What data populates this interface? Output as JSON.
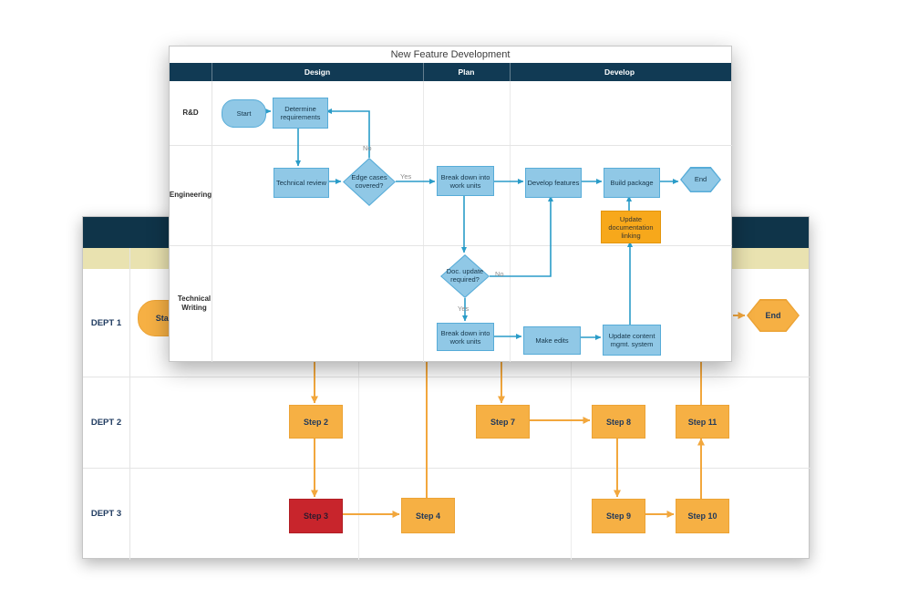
{
  "fg": {
    "title": "New Feature Development",
    "columns": [
      "Design",
      "Plan",
      "Develop"
    ],
    "lanes": [
      "R&D",
      "Engineering",
      "Technical Writing"
    ],
    "nodes": {
      "start": "Start",
      "determine": "Determine requirements",
      "technical_review": "Technical review",
      "edge_cases": "Edge cases covered?",
      "breakdown_eng": "Break down into work units",
      "develop_features": "Develop features",
      "build_package": "Build package",
      "end": "End",
      "update_doc": "Update documentation linking",
      "doc_update": "Doc. update required?",
      "breakdown_tw": "Break down into work units",
      "make_edits": "Make edits",
      "update_content": "Update content mgmt. system"
    },
    "edge_labels": {
      "yes": "Yes",
      "no": "No"
    }
  },
  "bg": {
    "lanes": [
      "DEPT 1",
      "DEPT 2",
      "DEPT 3"
    ],
    "nodes": {
      "start": "Start",
      "end": "End",
      "step2": "Step 2",
      "step3": "Step 3",
      "step4": "Step 4",
      "step7": "Step 7",
      "step8": "Step 8",
      "step9": "Step 9",
      "step10": "Step 10",
      "step11": "Step 11"
    }
  },
  "colors": {
    "navy": "#113a54",
    "tan": "#e9e2b0",
    "blue_fill": "#90c8e6",
    "blue_stroke": "#57acd8",
    "blue_arrow": "#2a9cc8",
    "orange_fill": "#f6b044",
    "orange_arrow": "#f2a73d",
    "orange_accent": "#f7a81b",
    "red": "#c8252c"
  }
}
